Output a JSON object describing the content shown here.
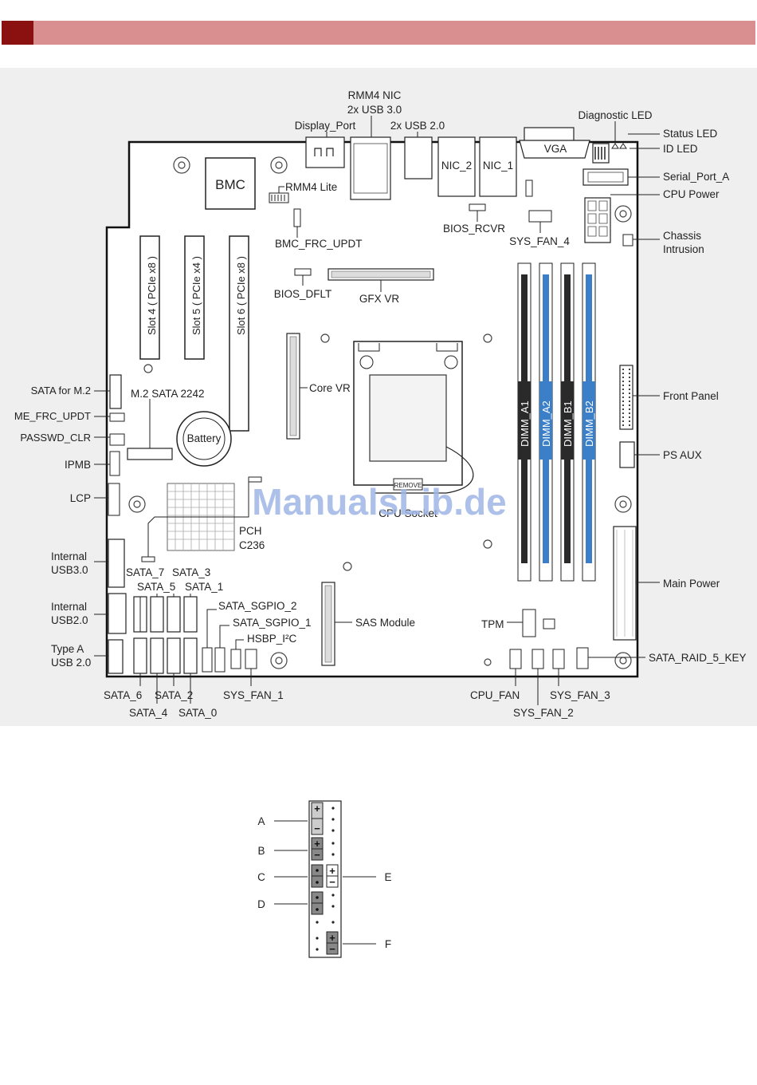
{
  "header": {
    "accent_color": "#8b1010",
    "bar_color": "#d98f8f"
  },
  "board": {
    "labels": {
      "rmm4_nic": "RMM4 NIC",
      "usb30_2x": "2x USB 3.0",
      "display_port": "Display_Port",
      "usb20_2x": "2x USB 2.0",
      "diagnostic_led": "Diagnostic LED",
      "status_led": "Status LED",
      "id_led": "ID LED",
      "vga": "VGA",
      "nic2": "NIC_2",
      "nic1": "NIC_1",
      "serial_port_a": "Serial_Port_A",
      "cpu_power": "CPU Power",
      "chassis_1": "Chassis",
      "chassis_2": "Intrusion",
      "bmc": "BMC",
      "rmm4_lite": "RMM4 Lite",
      "bmc_frc_updt": "BMC_FRC_UPDT",
      "bios_rcvr": "BIOS_RCVR",
      "sys_fan_4": "SYS_FAN_4",
      "bios_dflt": "BIOS_DFLT",
      "gfx_vr": "GFX VR",
      "slot4": "Slot 4 ( PCIe x8 )",
      "slot5": "Slot 5 ( PCIe x4 )",
      "slot6": "Slot 6 ( PCIe x8 )",
      "core_vr": "Core VR",
      "sata_m2": "SATA for M.2",
      "m2_sata": "M.2 SATA 2242",
      "me_frc_updt": "ME_FRC_UPDT",
      "passwd_clr": "PASSWD_CLR",
      "battery": "Battery",
      "ipmb": "IPMB",
      "lcp": "LCP",
      "front_panel": "Front Panel",
      "ps_aux": "PS AUX",
      "dimm_a1": "DIMM_A1",
      "dimm_a2": "DIMM_A2",
      "dimm_b1": "DIMM_B1",
      "dimm_b2": "DIMM_B2",
      "remove": "REMOVE",
      "cpu_socket": "CPU Socket",
      "pch_1": "PCH",
      "pch_2": "C236",
      "internal_usb30_1": "Internal",
      "internal_usb30_2": "USB3.0",
      "internal_usb20_1": "Internal",
      "internal_usb20_2": "USB2.0",
      "typea_1": "Type A",
      "typea_2": "USB 2.0",
      "sata7": "SATA_7",
      "sata3": "SATA_3",
      "sata5": "SATA_5",
      "sata1": "SATA_1",
      "sata_sgpio2": "SATA_SGPIO_2",
      "sata_sgpio1": "SATA_SGPIO_1",
      "hsbp_i2c": "HSBP_I²C",
      "sas_module": "SAS Module",
      "tpm": "TPM",
      "main_power": "Main Power",
      "sata_raid5_key": "SATA_RAID_5_KEY",
      "sata6": "SATA_6",
      "sata2": "SATA_2",
      "sata4": "SATA_4",
      "sata0": "SATA_0",
      "sys_fan_1": "SYS_FAN_1",
      "cpu_fan": "CPU_FAN",
      "sys_fan_3": "SYS_FAN_3",
      "sys_fan_2": "SYS_FAN_2"
    },
    "watermark": "ManualsLib.de",
    "dimm_colors": {
      "black": "#2a2a2a",
      "blue": "#3a7fc8"
    }
  },
  "pinout": {
    "labels": {
      "a": "A",
      "b": "B",
      "c": "C",
      "d": "D",
      "e": "E",
      "f": "F"
    },
    "plus": "+",
    "minus": "−"
  }
}
